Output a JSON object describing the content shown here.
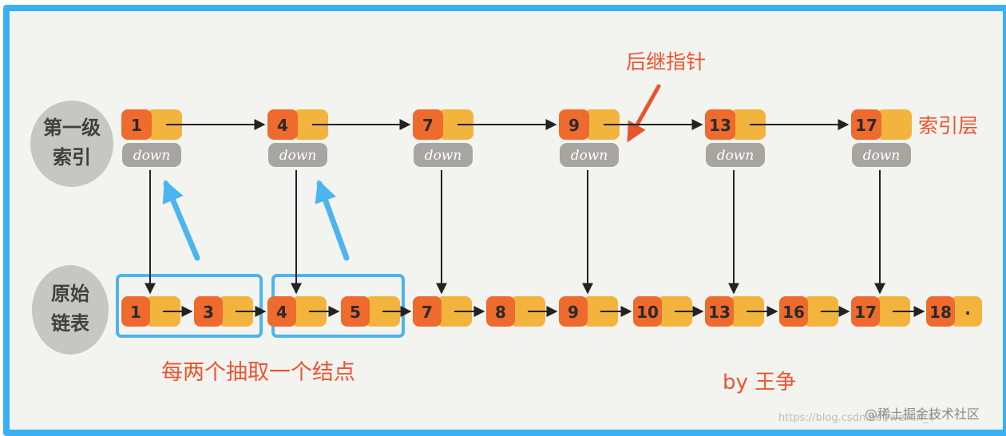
{
  "stamps": {
    "index": [
      "第一级",
      "索引"
    ],
    "original": [
      "原始",
      "链表"
    ]
  },
  "index_nodes": [
    {
      "value": "1",
      "down": "down"
    },
    {
      "value": "4",
      "down": "down"
    },
    {
      "value": "7",
      "down": "down"
    },
    {
      "value": "9",
      "down": "down"
    },
    {
      "value": "13",
      "down": "down"
    },
    {
      "value": "17",
      "down": "down"
    }
  ],
  "list_nodes": [
    "1",
    "3",
    "4",
    "5",
    "7",
    "8",
    "9",
    "10",
    "13",
    "16",
    "17",
    "18"
  ],
  "list_tail_dot": "·",
  "labels": {
    "successor_pointer": "后继指针",
    "index_layer": "索引层",
    "extract_caption": "每两个抽取一个结点",
    "author": "by 王争"
  },
  "watermark": {
    "url": "https://blog.csdn.net/weixin_4",
    "brand": "@稀土掘金技术社区"
  },
  "colors": {
    "frame": "#3ab0f2",
    "node_value": "#ee6a2d",
    "node_pointer": "#f3b43e",
    "down_box": "#a7a5a0",
    "stamp_bg": "#c6c6c2",
    "red_text": "#ee5430",
    "blue_arrow": "#4cb4ee",
    "red_arrow": "#e8542c"
  }
}
